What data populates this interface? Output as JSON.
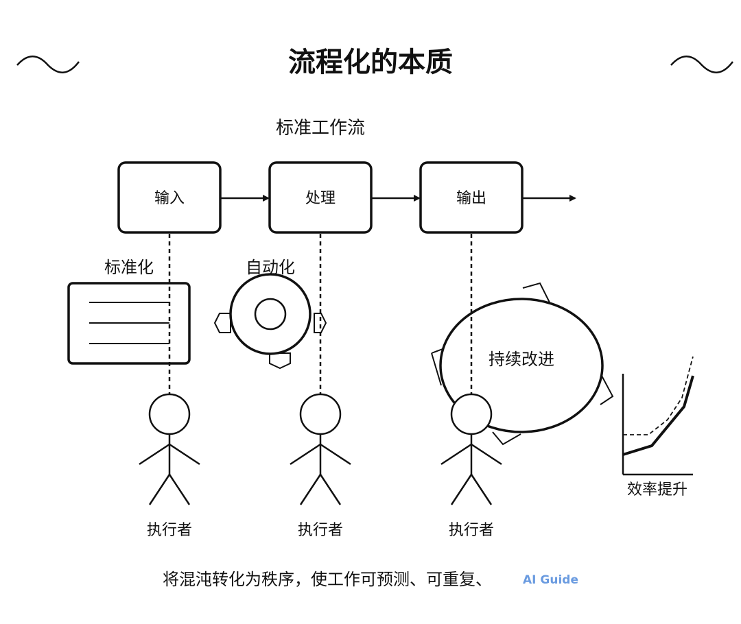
{
  "title": "流程化的本质",
  "workflow_title": "标准工作流",
  "steps": [
    {
      "label": "输入"
    },
    {
      "label": "处理"
    },
    {
      "label": "输出"
    }
  ],
  "features": {
    "standardization": "标准化",
    "automation": "自动化",
    "continuous_improvement": "持续改进",
    "efficiency": "效率提升"
  },
  "executor_label": "执行者",
  "caption": "将混沌转化为秩序，使工作可预测、可重复、",
  "watermark": "AI Guide",
  "colors": {
    "ink": "#111111",
    "background": "#ffffff",
    "watermark": "#6a9be0"
  },
  "icons": {
    "decor_left": "wave-icon",
    "decor_right": "wave-icon",
    "standardization": "document-lines-icon",
    "automation": "gear-icon",
    "improvement": "cycle-circle-icon",
    "efficiency": "growth-curve-icon"
  }
}
